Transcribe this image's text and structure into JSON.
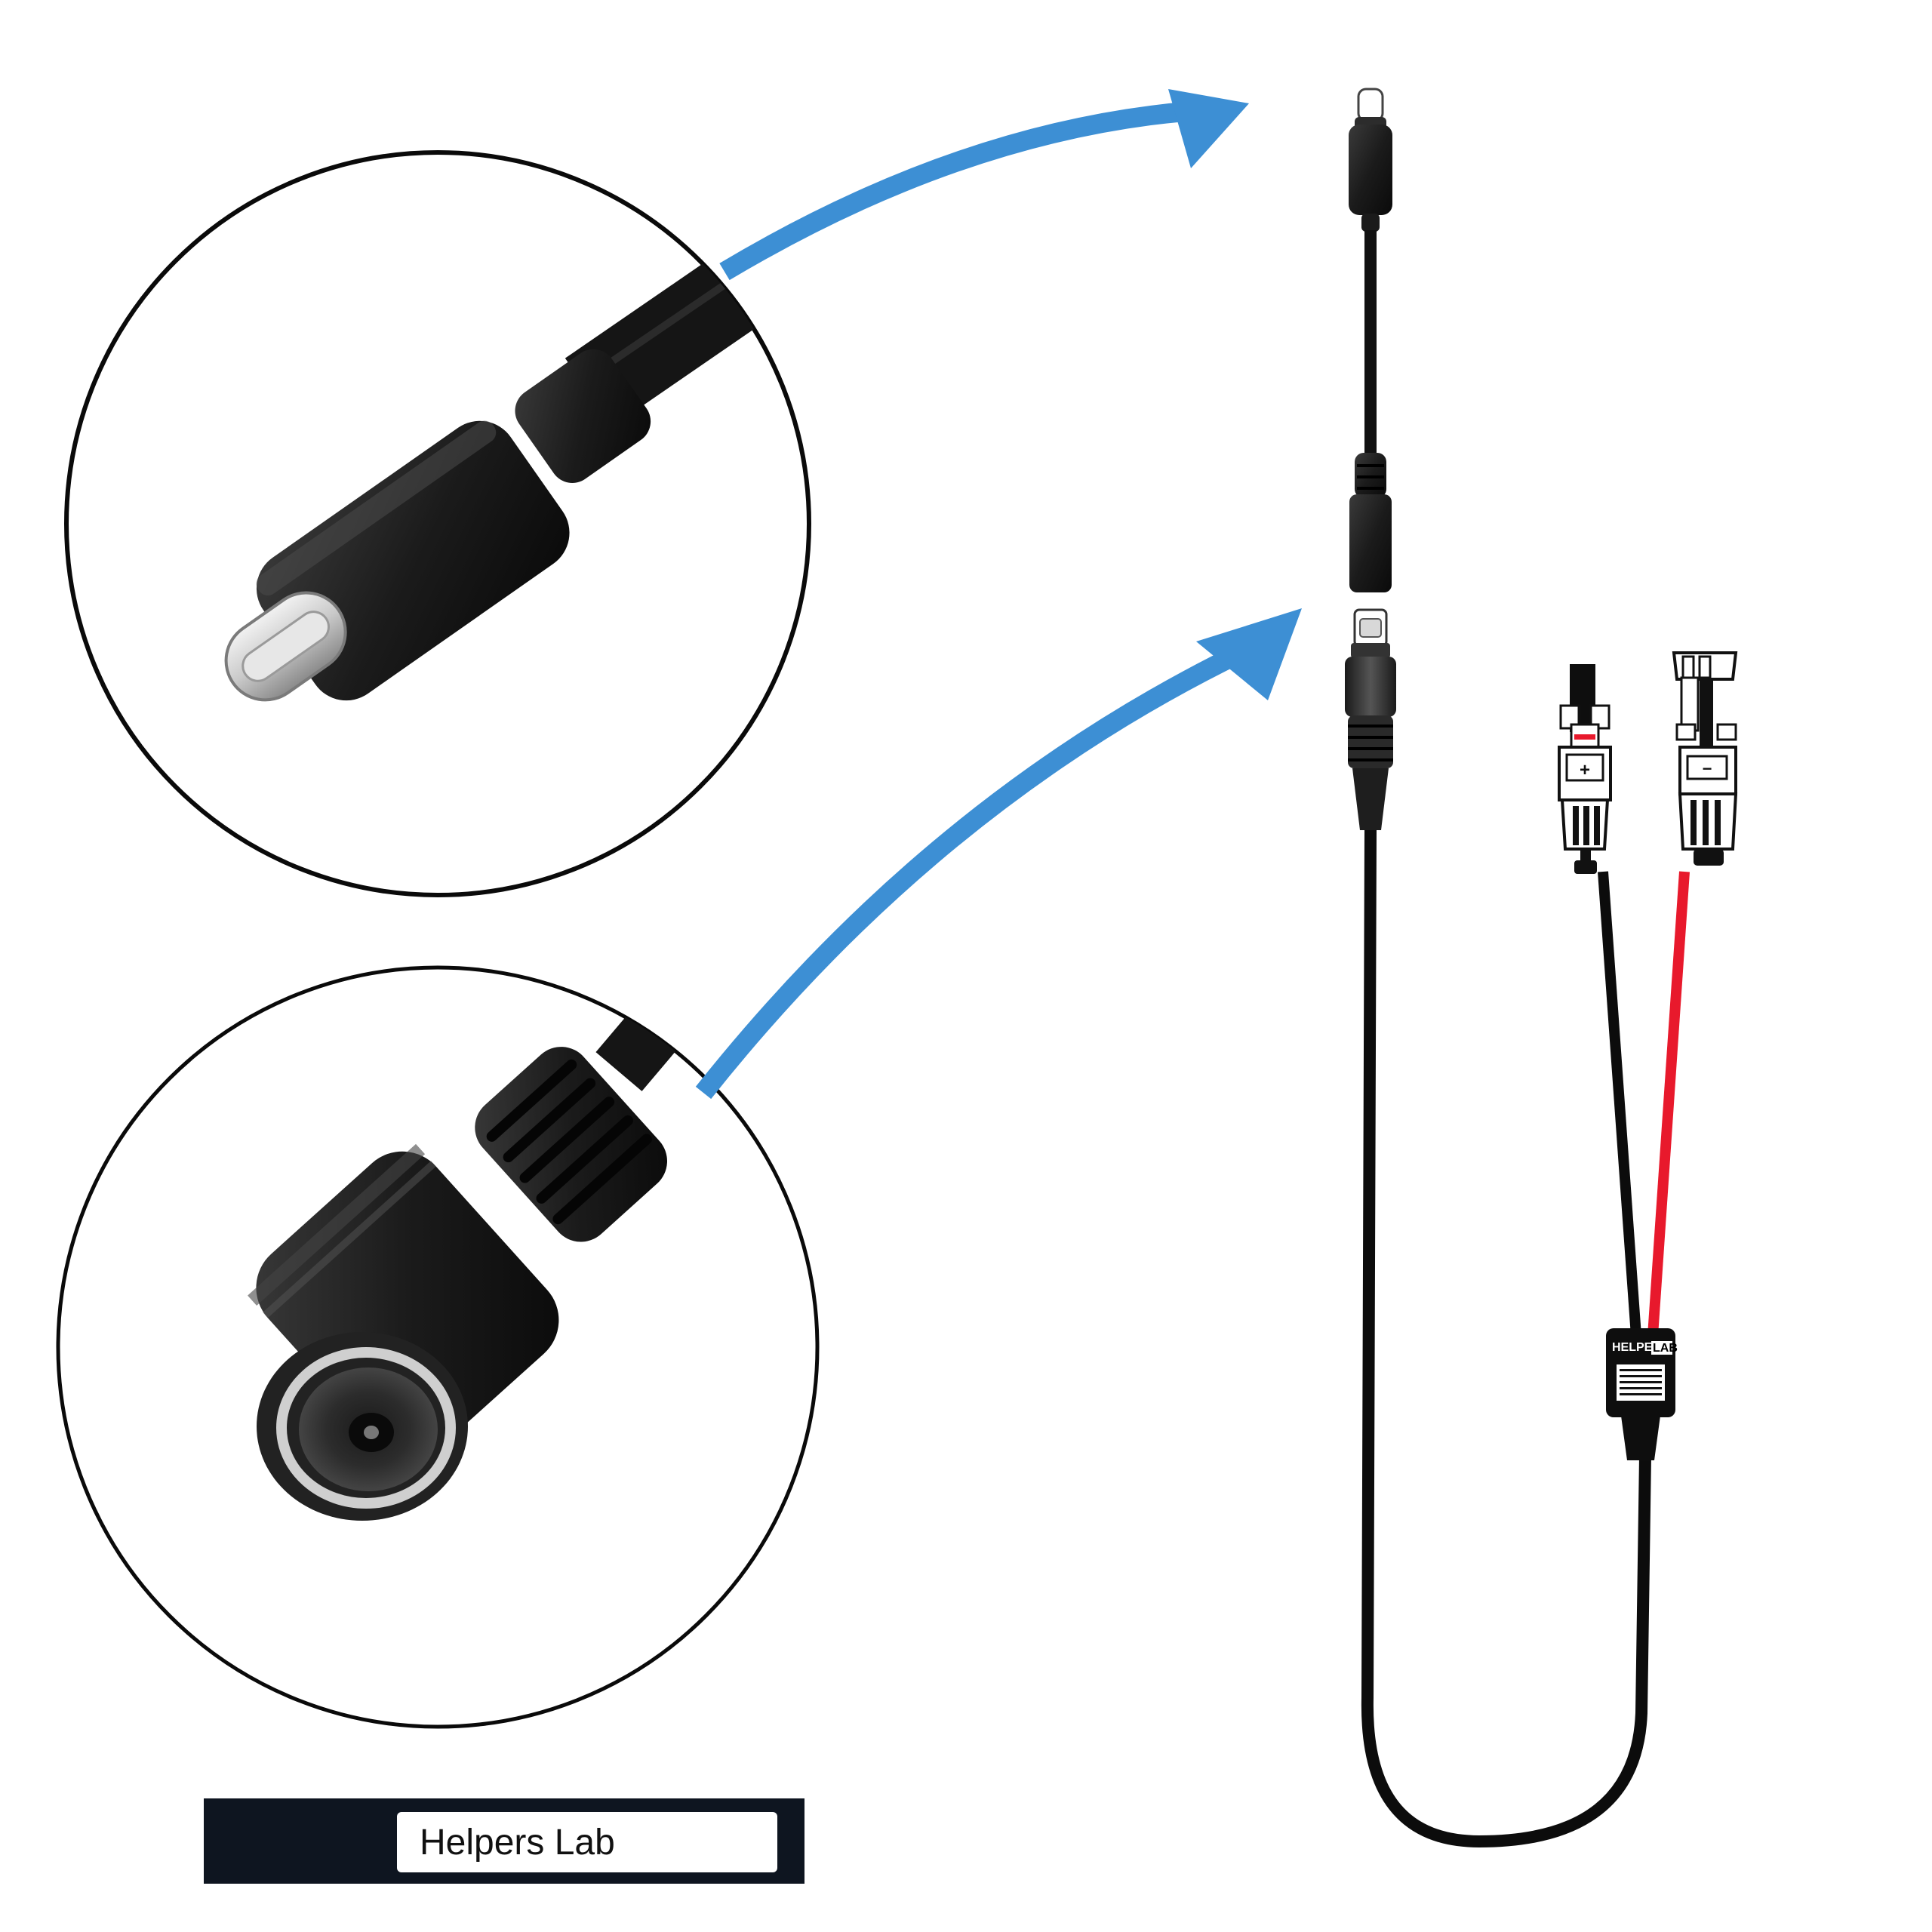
{
  "brand": {
    "label": "Helpers Lab"
  },
  "junction": {
    "brand_word": "HELPERS",
    "brand_box": "LAB"
  },
  "connectors": {
    "positive_symbol": "+",
    "negative_symbol": "−"
  },
  "colors": {
    "arrow": "#3d8fd4",
    "cable": "#111111",
    "red_wire": "#e8192c",
    "brand_bar": "#0e1520",
    "background": "#ffffff"
  },
  "icons": [
    "usb-c-connector-icon",
    "dc-barrel-jack-icon",
    "solar-mc4-connector-icon"
  ]
}
